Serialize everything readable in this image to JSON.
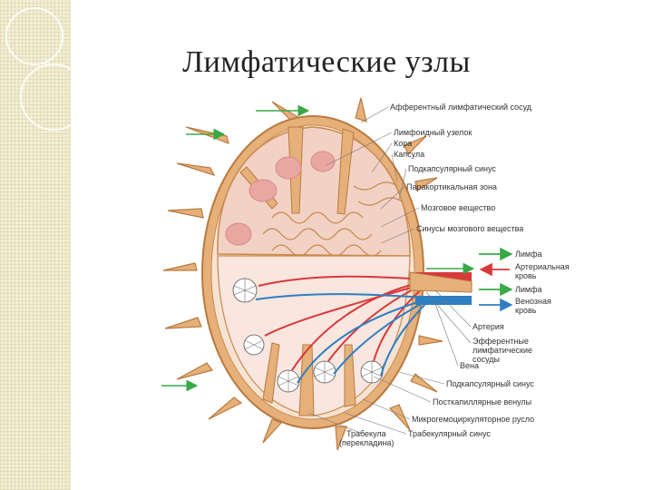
{
  "title": "Лимфатические узлы",
  "labels": {
    "afferent": "Афферентный лимфатический сосуд",
    "node": "Лимфоидный узелок",
    "cortex": "Кора",
    "capsule": "Капсула",
    "subcapsular": "Подкапсулярный синус",
    "paracortex": "Паракортикальная зона",
    "medulla": "Мозговое вещество",
    "medullary_sinus": "Синусы мозгового вещества",
    "artery": "Артерия",
    "efferent_1": "Эфферентные",
    "efferent_2": "лимфатические",
    "efferent_3": "сосуды",
    "vein": "Вена",
    "subcapsular2": "Подкапсулярный синус",
    "postcap": "Посткапиллярные венулы",
    "microcirc": "Микрогемоциркуляторное русло",
    "trabecular_sinus": "Трабекулярный синус",
    "trabecula_1": "Трабекула",
    "trabecula_2": "(перекладина)"
  },
  "legend": {
    "lymph_in": "Лимфа",
    "arterial_1": "Артериальная",
    "arterial_2": "кровь",
    "lymph_out": "Лимфа",
    "venous_1": "Венозная",
    "venous_2": "кровь"
  },
  "colors": {
    "capsule": "#c98a4b",
    "capsule_fill": "#e6b07a",
    "cortex": "#f3d2c6",
    "follicle": "#e9a7a2",
    "artery": "#d8393a",
    "vein": "#2e7fc1",
    "lymph": "#3aa845",
    "band": "#f3efd6"
  }
}
